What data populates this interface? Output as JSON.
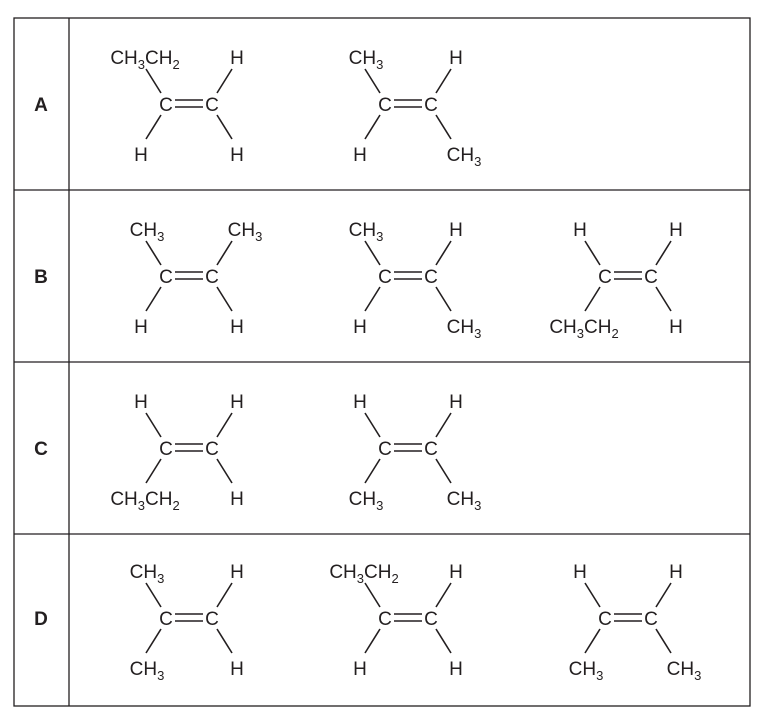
{
  "rows": [
    {
      "label": "A",
      "molecules": [
        {
          "tl": "CH3CH2",
          "tr": "H",
          "bl": "H",
          "br": "H"
        },
        {
          "tl": "CH3",
          "tr": "H",
          "bl": "H",
          "br": "CH3"
        }
      ]
    },
    {
      "label": "B",
      "molecules": [
        {
          "tl": "CH3",
          "tr": "CH3",
          "bl": "H",
          "br": "H"
        },
        {
          "tl": "CH3",
          "tr": "H",
          "bl": "H",
          "br": "CH3"
        },
        {
          "tl": "H",
          "tr": "H",
          "bl": "CH3CH2",
          "br": "H"
        }
      ]
    },
    {
      "label": "C",
      "molecules": [
        {
          "tl": "H",
          "tr": "H",
          "bl": "CH3CH2",
          "br": "H"
        },
        {
          "tl": "H",
          "tr": "H",
          "bl": "CH3",
          "br": "CH3"
        }
      ]
    },
    {
      "label": "D",
      "molecules": [
        {
          "tl": "CH3",
          "tr": "H",
          "bl": "CH3",
          "br": "H"
        },
        {
          "tl": "CH3CH2",
          "tr": "H",
          "bl": "H",
          "br": "H"
        },
        {
          "tl": "H",
          "tr": "H",
          "bl": "CH3",
          "br": "CH3"
        }
      ]
    }
  ],
  "center_atom": "C"
}
